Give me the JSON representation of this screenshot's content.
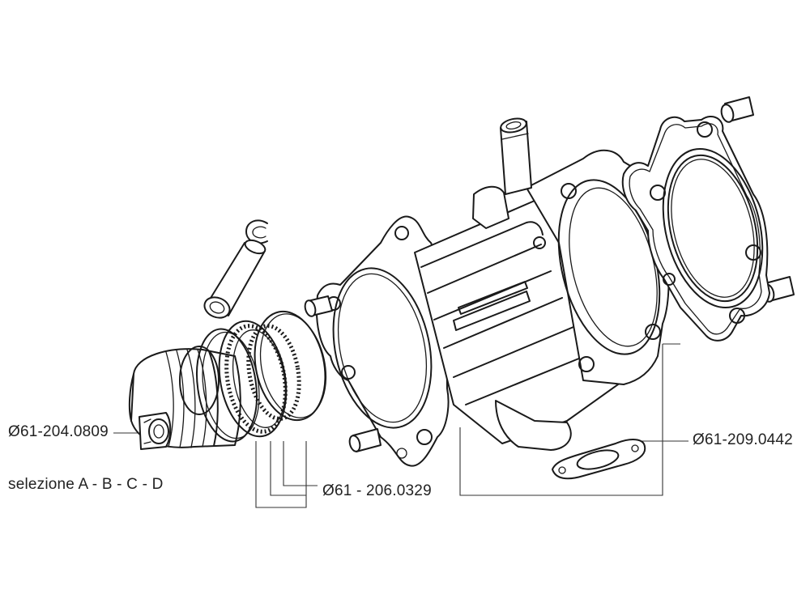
{
  "labels": {
    "piston_code": "Ø61-204.0809",
    "piston_selection": "selezione A - B - C - D",
    "rings_code": "Ø61 - 206.0329",
    "gaskets_code": "Ø61-209.0442"
  },
  "colors": {
    "line": "#1a1a1a",
    "leader": "#333333",
    "background": "#ffffff"
  }
}
